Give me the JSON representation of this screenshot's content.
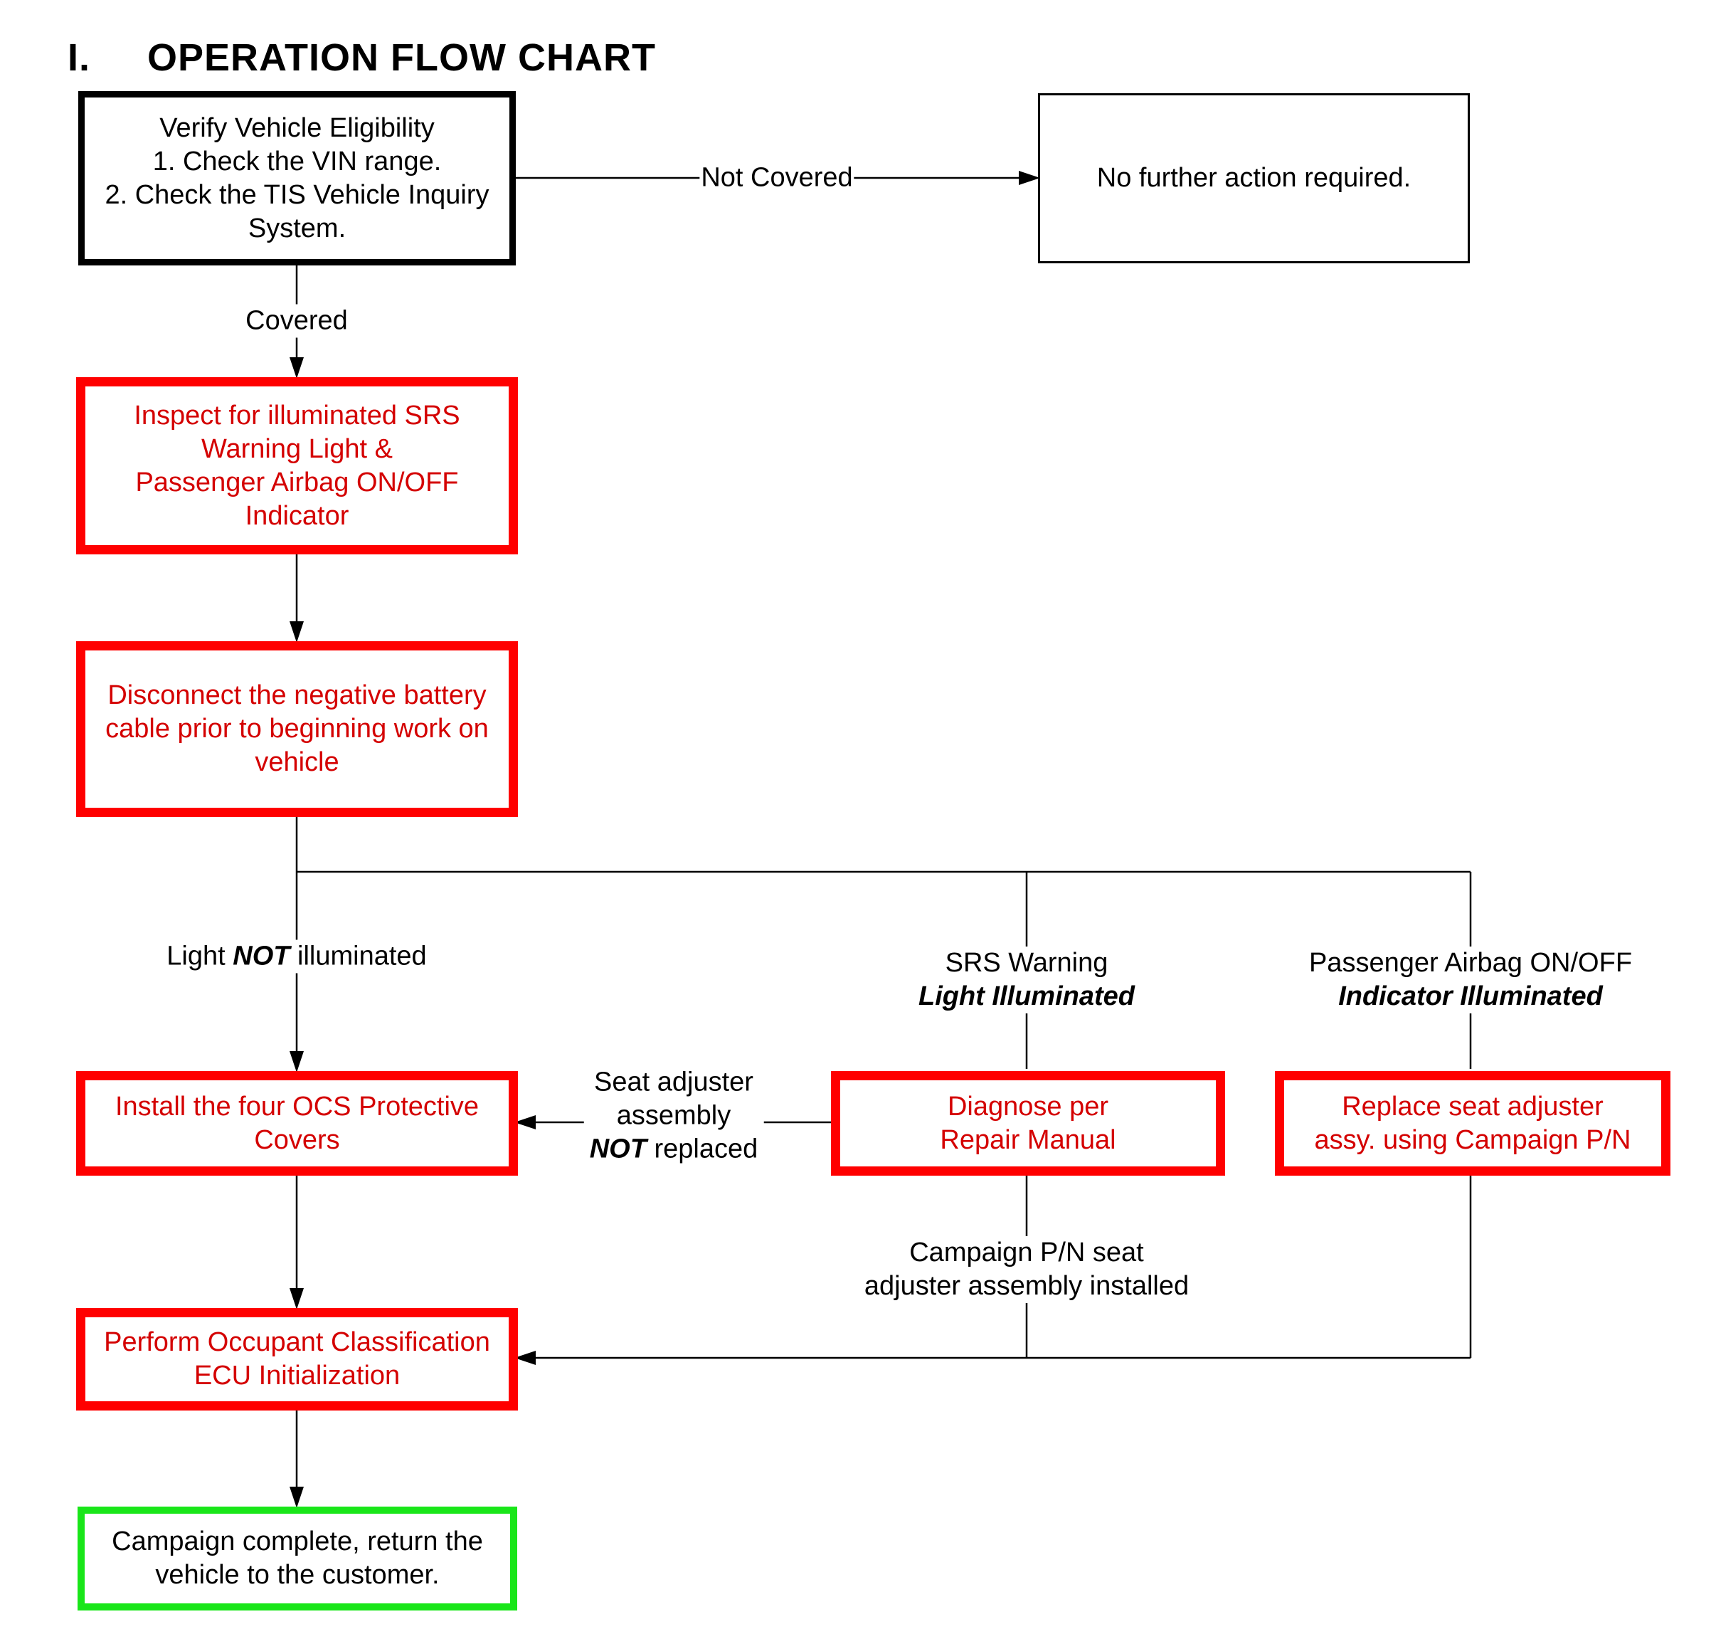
{
  "title": "I.     OPERATION FLOW CHART",
  "colors": {
    "red_border": "#ff0000",
    "red_text": "#d40000",
    "green_border": "#19e619",
    "line": "#000000"
  },
  "nodes": {
    "verify": [
      "Verify Vehicle Eligibility",
      "1. Check the VIN range.",
      "2. Check the TIS Vehicle Inquiry",
      "System."
    ],
    "no_action": [
      "No further action required."
    ],
    "inspect": [
      "Inspect for illuminated SRS",
      "Warning Light &",
      "Passenger Airbag ON/OFF",
      "Indicator"
    ],
    "disconnect": [
      "Disconnect the negative battery",
      "cable prior to beginning work on",
      "vehicle"
    ],
    "install": [
      "Install the four OCS Protective",
      "Covers"
    ],
    "diagnose": [
      "Diagnose per",
      "Repair Manual"
    ],
    "replace": [
      "Replace seat adjuster",
      "assy. using Campaign P/N"
    ],
    "perform": [
      "Perform Occupant Classification",
      "ECU Initialization"
    ],
    "complete": [
      "Campaign complete, return the",
      "vehicle to the customer."
    ]
  },
  "edges": {
    "not_covered": "Not Covered",
    "covered": "Covered",
    "light_not": {
      "pre": "Light ",
      "emph": "NOT",
      "post": " illuminated"
    },
    "srs": {
      "line1": "SRS Warning",
      "line2": "Light Illuminated"
    },
    "pab": {
      "line1": "Passenger Airbag ON/OFF",
      "line2": "Indicator Illuminated"
    },
    "seat_not": {
      "line1": "Seat adjuster",
      "line2": "assembly",
      "emph": "NOT",
      "post": " replaced"
    },
    "campaign_pn": {
      "line1": "Campaign P/N seat",
      "line2": "adjuster assembly installed"
    }
  }
}
